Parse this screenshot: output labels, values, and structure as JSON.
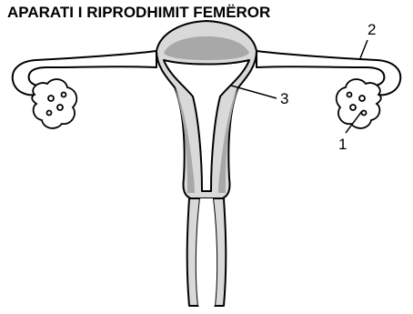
{
  "title": "APARATI I RIPRODHIMIT FEMËROR",
  "labels": {
    "ovary": "1",
    "fallopian_tube": "2",
    "uterus": "3"
  },
  "colors": {
    "outline": "#000000",
    "light_fill": "#d9d9d9",
    "dark_fill": "#a8a8a8",
    "cavity": "#ffffff"
  }
}
